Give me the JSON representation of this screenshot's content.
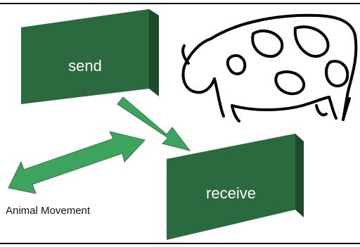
{
  "boxes": {
    "send_label": "send",
    "receive_label": "receive"
  },
  "caption": "Animal Movement",
  "colors": {
    "box_front": "#2a6a3e",
    "box_top": "#4c8f5e",
    "box_side": "#1c4a2b",
    "arrow_fill": "#3da35f",
    "arrow_stroke": "#2b7a46",
    "cow_stroke": "#000000"
  },
  "icons": [
    "cow-icon",
    "arrow-send-to-receive",
    "double-arrow-movement"
  ]
}
